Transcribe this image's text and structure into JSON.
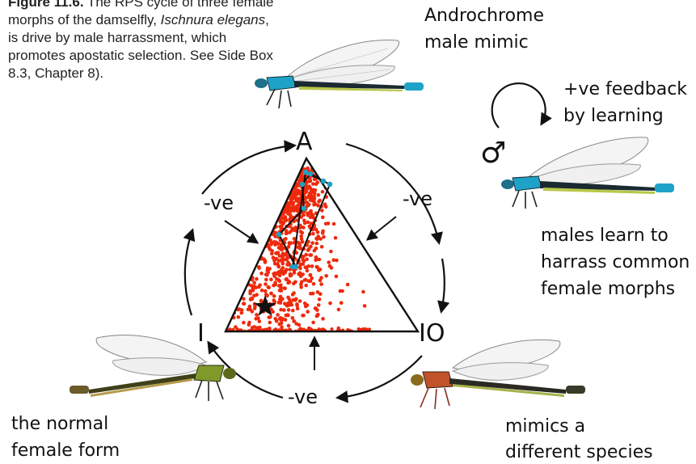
{
  "caption": {
    "figure_label": "Figure 11.6.",
    "text_part1": " The RPS cycle of three female morphs of the damselfly, ",
    "species": "Ischnura elegans",
    "text_part2": ", is drive by male harrassment, which promotes apostatic selection. See Side Box 8.3, Chapter 8)."
  },
  "vertices": {
    "top": "A",
    "left": "I",
    "right": "IO"
  },
  "edge_labels": {
    "left": "-ve",
    "right": "-ve",
    "bottom": "-ve"
  },
  "morphs": {
    "androchrome": {
      "line1": "Androchrome",
      "line2": "male mimic"
    },
    "normal": {
      "line1": "the normal",
      "line2": "female form"
    },
    "mimic": {
      "line1": "mimics a",
      "line2": "different species"
    }
  },
  "feedback": {
    "line1": "+ve feedback",
    "line2": "by learning",
    "symbol": "♂"
  },
  "males_learn": {
    "line1": "males learn to",
    "line2": "harrass common",
    "line3": "female morphs"
  },
  "colors": {
    "scatter": "#ee2a0c",
    "trajectory": "#1aa3c4",
    "blue_body": "#1ea2c8",
    "green_body": "#7f9a2b",
    "orange_body": "#c0532a"
  }
}
